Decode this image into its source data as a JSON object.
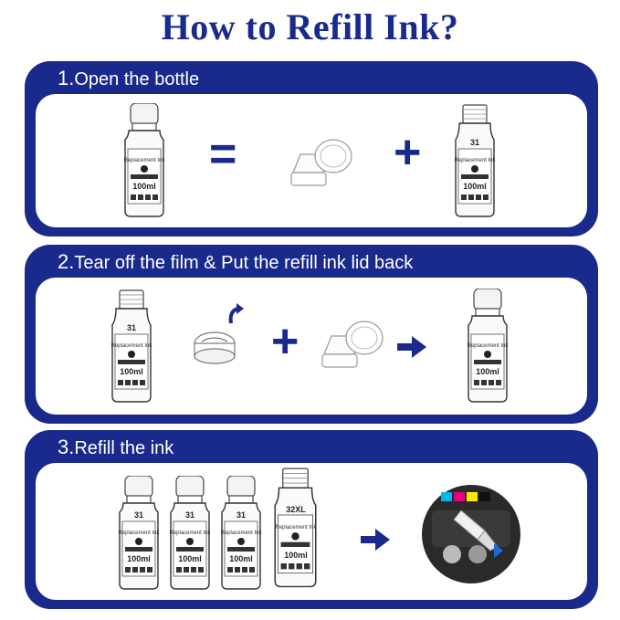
{
  "page": {
    "title": "How to Refill Ink?"
  },
  "steps": [
    {
      "number": "1.",
      "label": "Open the bottle"
    },
    {
      "number": "2.",
      "label": "Tear off the film & Put the refill ink lid back"
    },
    {
      "number": "3.",
      "label": "Refill the ink"
    }
  ],
  "symbols": {
    "equals": "=",
    "plus": "+"
  },
  "bottle": {
    "model": "31",
    "model_xl": "32XL",
    "subtitle": "Replacement Ink",
    "volume": "100ml"
  },
  "colors": {
    "brand_blue": "#1a2a8c",
    "panel_inner": "#ffffff"
  },
  "icons": [
    "bottle-icon",
    "flip-cap-icon",
    "sealed-film-cap-icon",
    "rotate-arrow-icon",
    "right-arrow-icon",
    "printer-tank-icon"
  ]
}
